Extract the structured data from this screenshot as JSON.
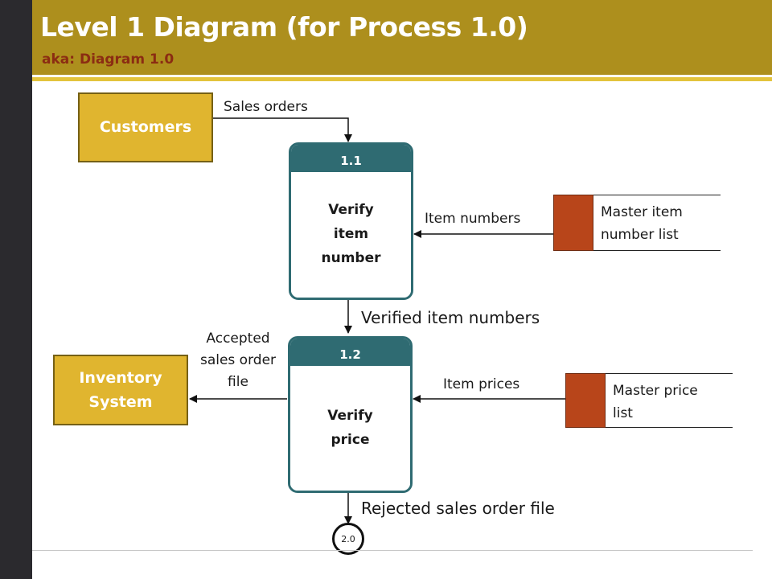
{
  "header": {
    "title": "Level 1 Diagram (for Process 1.0)",
    "subtitle": "aka: Diagram 1.0"
  },
  "entities": {
    "customers": "Customers",
    "inventory_line1": "Inventory",
    "inventory_line2": "System"
  },
  "processes": [
    {
      "id": "1.1",
      "lines": [
        "Verify",
        "item",
        "number"
      ]
    },
    {
      "id": "1.2",
      "lines": [
        "Verify",
        "price"
      ]
    }
  ],
  "stores": {
    "master_item": [
      "Master item",
      "number list"
    ],
    "master_price": [
      "Master price",
      "list"
    ]
  },
  "flows": {
    "sales_orders": "Sales orders",
    "item_numbers": "Item numbers",
    "verified_item_numbers": "Verified item numbers",
    "accepted": [
      "Accepted",
      "sales order",
      "file"
    ],
    "item_prices": "Item prices",
    "rejected": "Rejected sales order file"
  },
  "connector": {
    "label": "2.0"
  }
}
